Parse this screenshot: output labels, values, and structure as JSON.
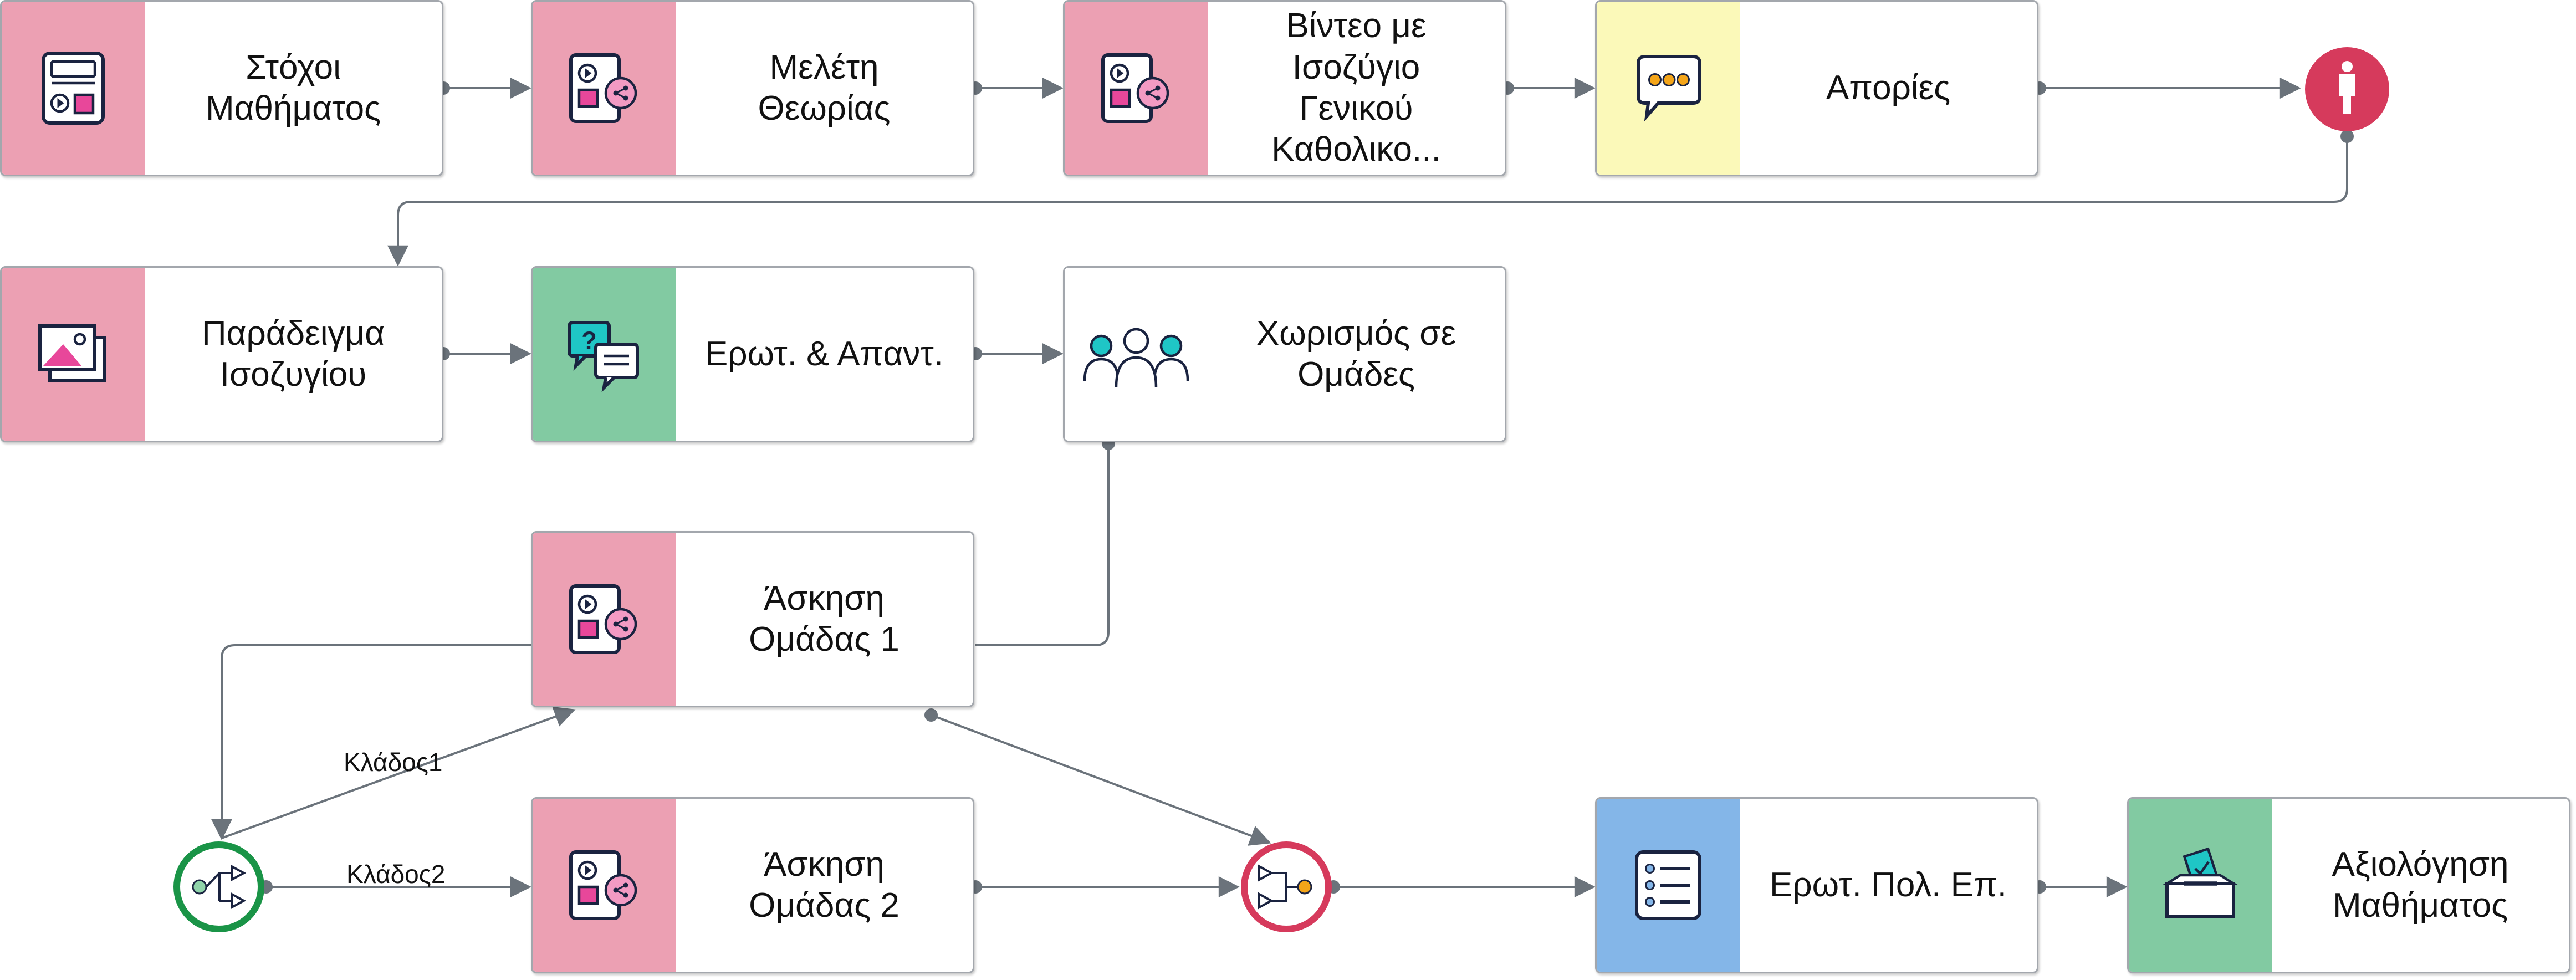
{
  "nodes": [
    {
      "id": "n1",
      "label": "Στόχοι\nΜαθήματος",
      "color": "#eca0b3",
      "icon": "lesson-goals-icon"
    },
    {
      "id": "n2",
      "label": "Μελέτη\nΘεωρίας",
      "color": "#eca0b3",
      "icon": "multimedia-share-icon"
    },
    {
      "id": "n3",
      "label": "Βίντεο με\nΙσοζύγιο\nΓενικού\nΚαθολικο...",
      "color": "#eca0b3",
      "icon": "multimedia-share-icon"
    },
    {
      "id": "n4",
      "label": "Απορίες",
      "color": "#fbf9b9",
      "icon": "chat-bubble-icon"
    },
    {
      "id": "n5",
      "label": "Παράδειγμα\nΙσοζυγίου",
      "color": "#eca0b3",
      "icon": "images-icon"
    },
    {
      "id": "n6",
      "label": "Ερωτ. & Απαντ.",
      "color": "#82caa2",
      "icon": "qa-bubbles-icon"
    },
    {
      "id": "n7",
      "label": "Χωρισμός σε\nΟμάδες",
      "color": "#ffffff",
      "icon": "group-people-icon"
    },
    {
      "id": "n8",
      "label": "Άσκηση\nΟμάδας 1",
      "color": "#eca0b3",
      "icon": "multimedia-share-icon"
    },
    {
      "id": "n9",
      "label": "Άσκηση\nΟμάδας 2",
      "color": "#eca0b3",
      "icon": "multimedia-share-icon"
    },
    {
      "id": "n10",
      "label": "Ερωτ. Πολ. Επ.",
      "color": "#84b6e8",
      "icon": "checklist-icon"
    },
    {
      "id": "n11",
      "label": "Αξιολόγηση\nΜαθήματος",
      "color": "#82caa2",
      "icon": "ballot-box-icon"
    }
  ],
  "special_nodes": [
    {
      "id": "stop",
      "icon": "person-stop-icon",
      "color": "#d63a5c"
    },
    {
      "id": "split",
      "icon": "split-branch-icon",
      "color": "#1a9447"
    },
    {
      "id": "merge",
      "icon": "merge-join-icon",
      "color": "#d63a5c"
    }
  ],
  "edge_labels": {
    "branch1": "Κλάδος1",
    "branch2": "Κλάδος2"
  },
  "colors": {
    "edge": "#6b737b",
    "border": "#a3a7ad",
    "icon_stroke": "#1a2340",
    "icon_accent": "#e8479a",
    "teal": "#1fc6c6",
    "orange": "#f4a519"
  }
}
